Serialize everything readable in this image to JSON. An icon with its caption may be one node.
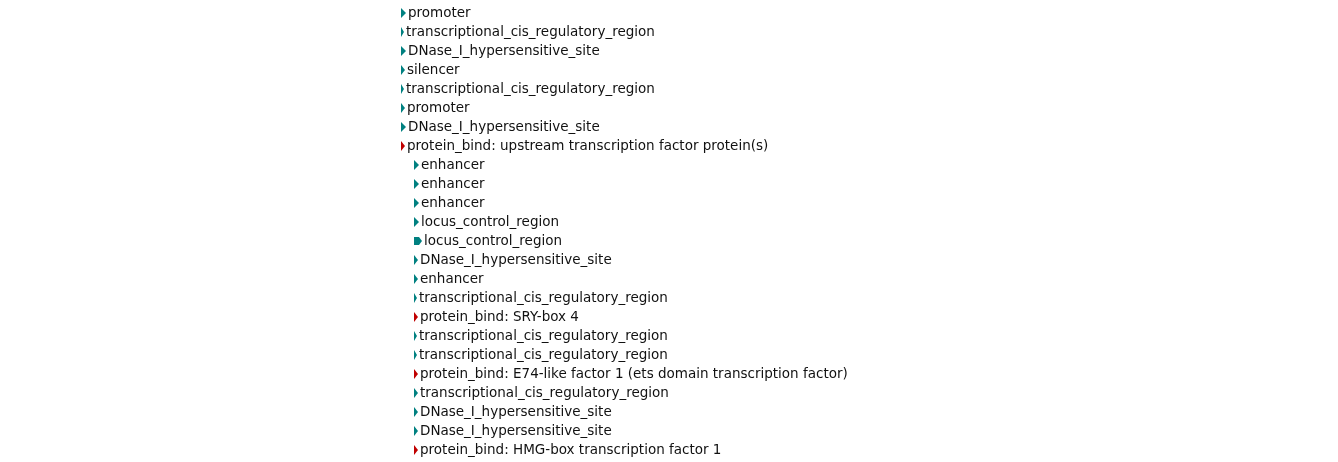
{
  "diagram": {
    "labels": [
      "promoter",
      "transcriptional_cis_regulatory_region",
      "DNase_I_hypersensitive_site",
      "silencer",
      "transcriptional_cis_regulatory_region",
      "promoter",
      "DNase_I_hypersensitive_site",
      "protein_bind: upstream transcription factor protein(s)",
      "enhancer",
      "enhancer",
      "enhancer",
      "locus_control_region",
      "locus_control_region",
      "DNase_I_hypersensitive_site",
      "enhancer",
      "transcriptional_cis_regulatory_region",
      "protein_bind: SRY-box 4",
      "transcriptional_cis_regulatory_region",
      "transcriptional_cis_regulatory_region",
      "protein_bind: E74-like factor 1 (ets domain transcription factor)",
      "transcriptional_cis_regulatory_region",
      "DNase_I_hypersensitive_site",
      "DNase_I_hypersensitive_site",
      "protein_bind: HMG-box transcription factor 1"
    ]
  }
}
